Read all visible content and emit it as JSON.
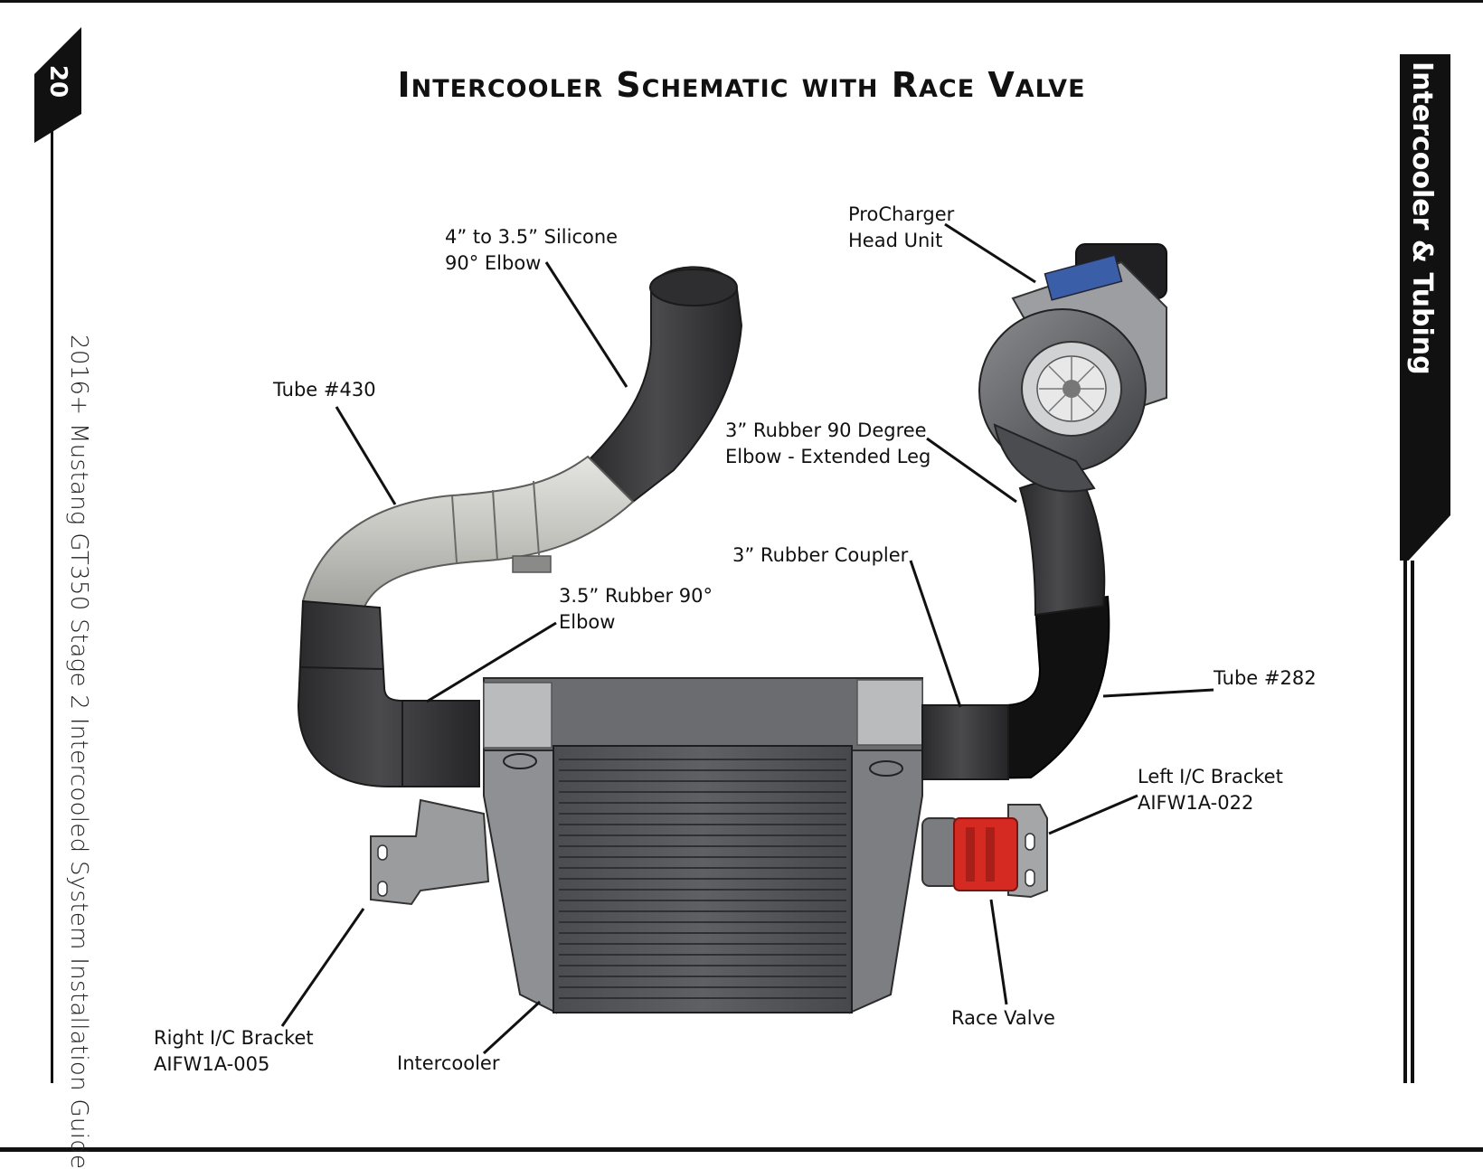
{
  "page": {
    "number": "20",
    "guide_title": "2016+ Mustang GT350 Stage 2 Intercooled System Installation Guide",
    "section_tab": "Intercooler & Tubing",
    "title": "Intercooler Schematic with Race Valve"
  },
  "callouts": {
    "silicone_elbow": [
      "4” to 3.5” Silicone",
      "90° Elbow"
    ],
    "head_unit": [
      "ProCharger",
      "Head Unit"
    ],
    "tube_430": [
      "Tube #430"
    ],
    "rubber_90_ext": [
      "3” Rubber 90 Degree",
      "Elbow - Extended Leg"
    ],
    "rubber_coupler": [
      "3” Rubber Coupler"
    ],
    "rubber_90_elbow": [
      "3.5” Rubber 90°",
      "Elbow"
    ],
    "tube_282": [
      "Tube #282"
    ],
    "left_bracket": [
      "Left I/C Bracket",
      "AIFW1A-022"
    ],
    "race_valve": [
      "Race Valve"
    ],
    "right_bracket": [
      "Right I/C Bracket",
      "AIFW1A-005"
    ],
    "intercooler": [
      "Intercooler"
    ]
  },
  "colors": {
    "rubber": "#3c3c3e",
    "metal": "#c8c8c4",
    "core": "#55575b",
    "race_valve": "#d42a22",
    "head_unit_accent": "#3a5fa8",
    "ink": "#111111"
  }
}
